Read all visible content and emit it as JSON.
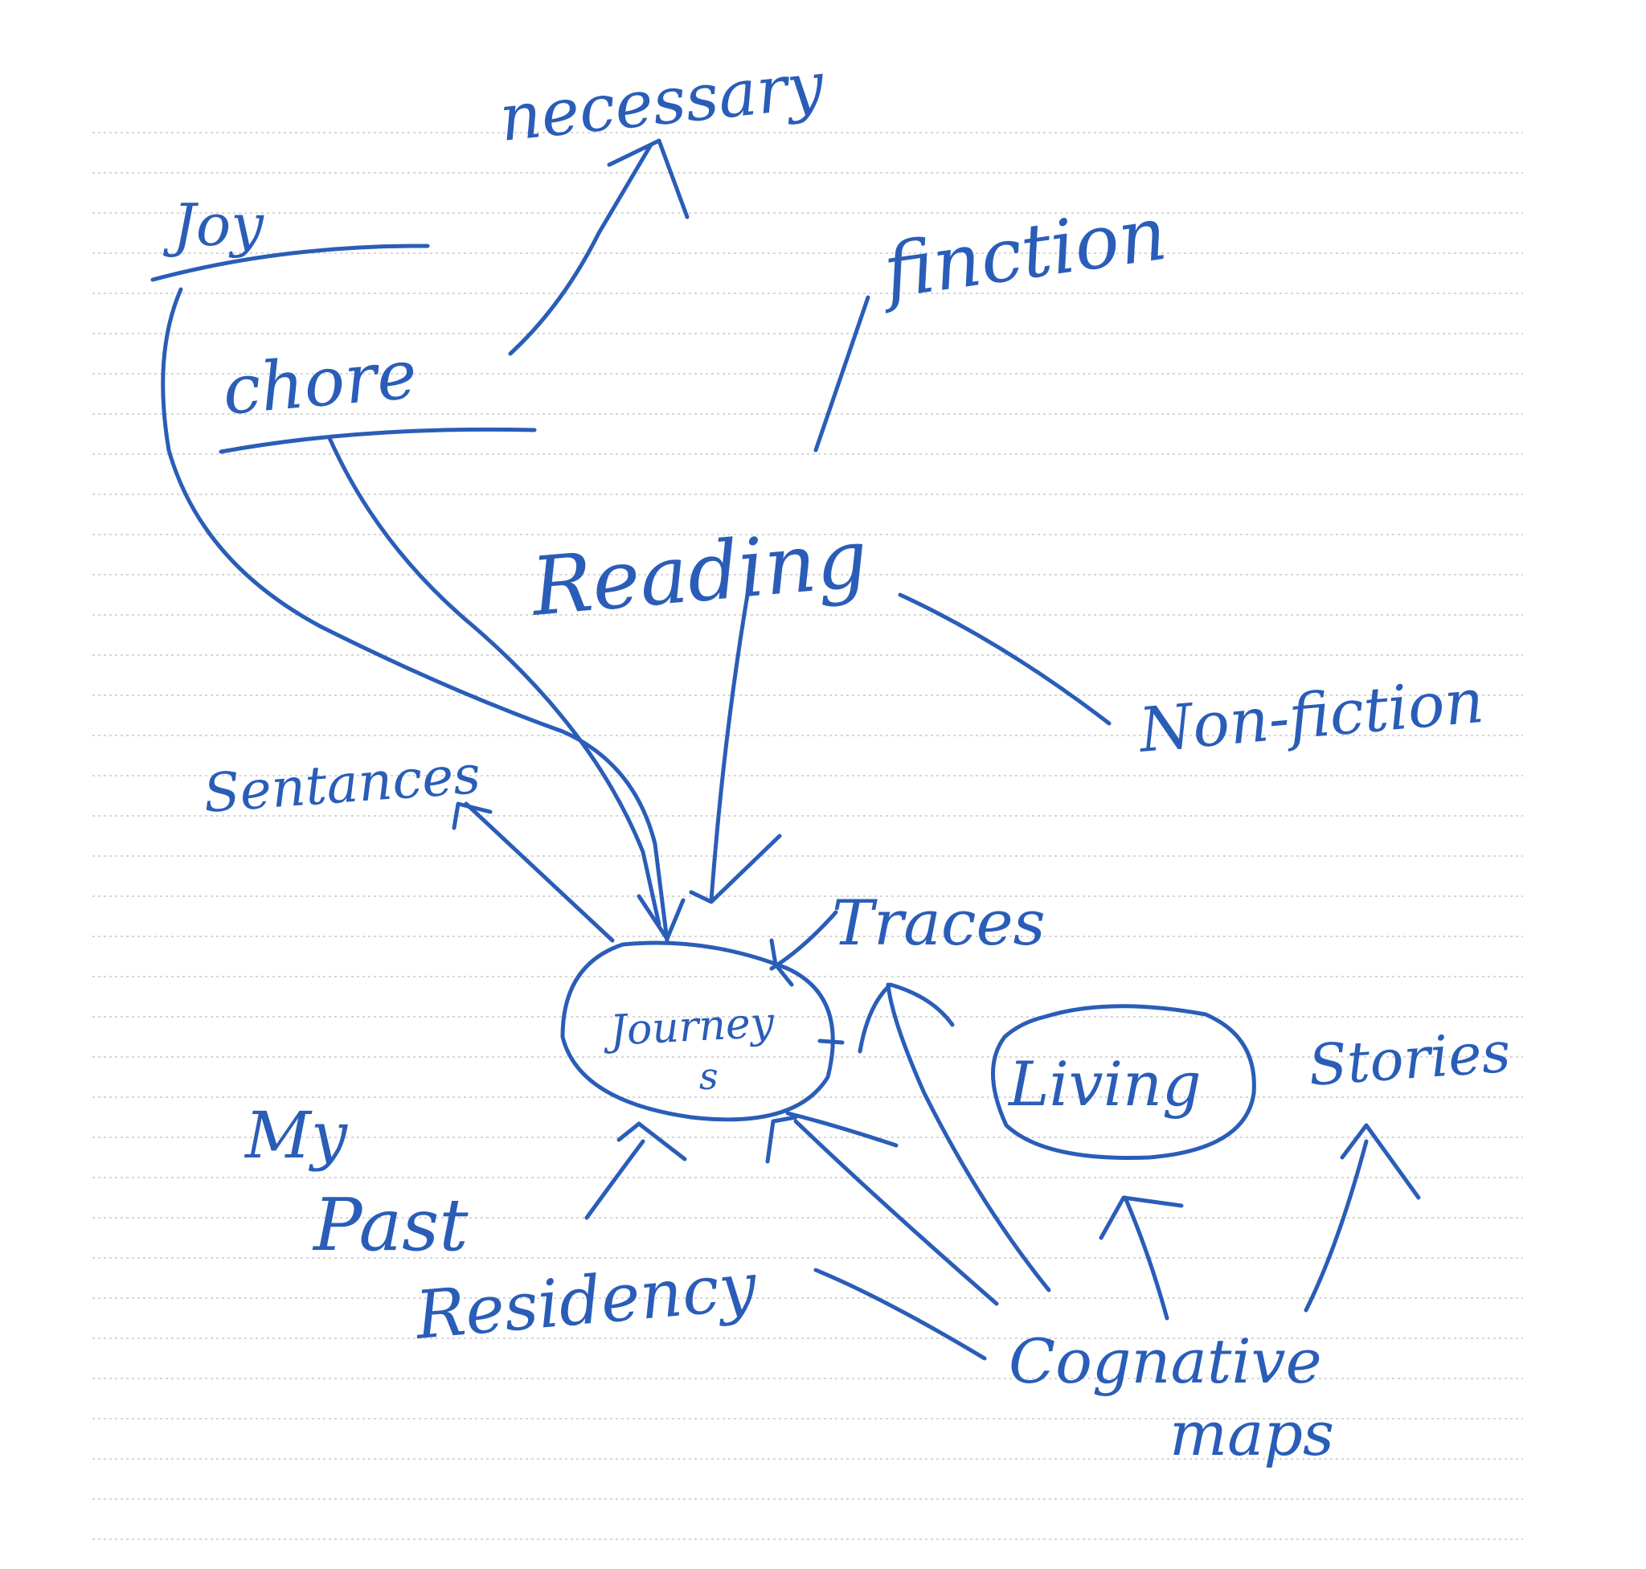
{
  "ink_color": "#2a5db8",
  "words": {
    "necessary": "necessary",
    "joy": "Joy",
    "chore": "chore",
    "finction": "finction",
    "reading": "Reading",
    "non_fiction": "Non-fiction",
    "sentences": "Sentances",
    "traces": "Traces",
    "journeys_line1": "Journey",
    "journeys_line2": "s",
    "living": "Living",
    "stories": "Stories",
    "my": "My",
    "past": "Past",
    "residency": "Residency",
    "cognative": "Cognative",
    "maps": "maps"
  }
}
